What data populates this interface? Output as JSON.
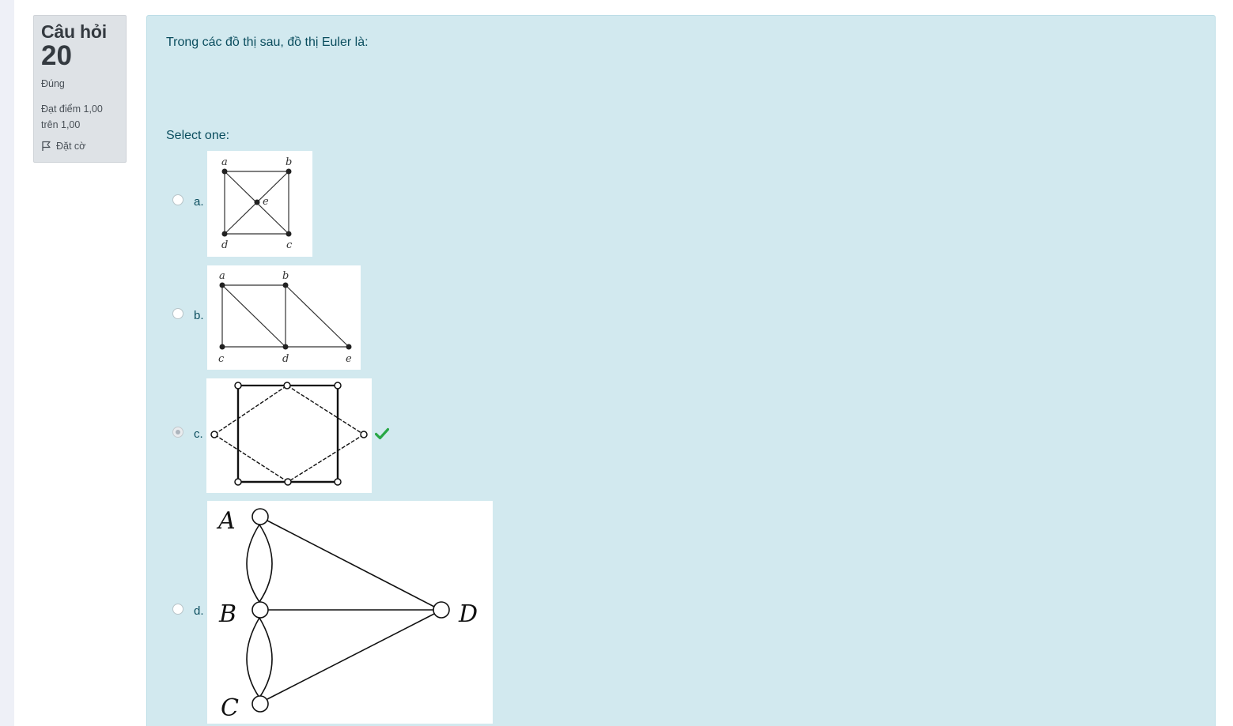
{
  "question": {
    "label": "Câu hỏi",
    "number": "20",
    "state": "Đúng",
    "grade_line1": "Đạt điểm 1,00",
    "grade_line2": "trên 1,00",
    "flag_label": "Đặt cờ",
    "text": "Trong các đồ thị sau, đồ thị Euler là:",
    "prompt": "Select one:"
  },
  "options": [
    {
      "letter": "a.",
      "selected": false,
      "labels": [
        "a",
        "b",
        "e",
        "d",
        "c"
      ]
    },
    {
      "letter": "b.",
      "selected": false,
      "labels": [
        "a",
        "b",
        "c",
        "d",
        "e"
      ]
    },
    {
      "letter": "c.",
      "selected": true,
      "correct": true
    },
    {
      "letter": "d.",
      "selected": false,
      "labels": [
        "A",
        "B",
        "C",
        "D"
      ]
    }
  ],
  "colors": {
    "content_bg": "#d2e9ef",
    "info_bg": "#dee2e6",
    "text": "#0a4d5e",
    "check": "#28a745"
  },
  "icons": {
    "flag": "flag-icon",
    "correct": "check-icon"
  }
}
